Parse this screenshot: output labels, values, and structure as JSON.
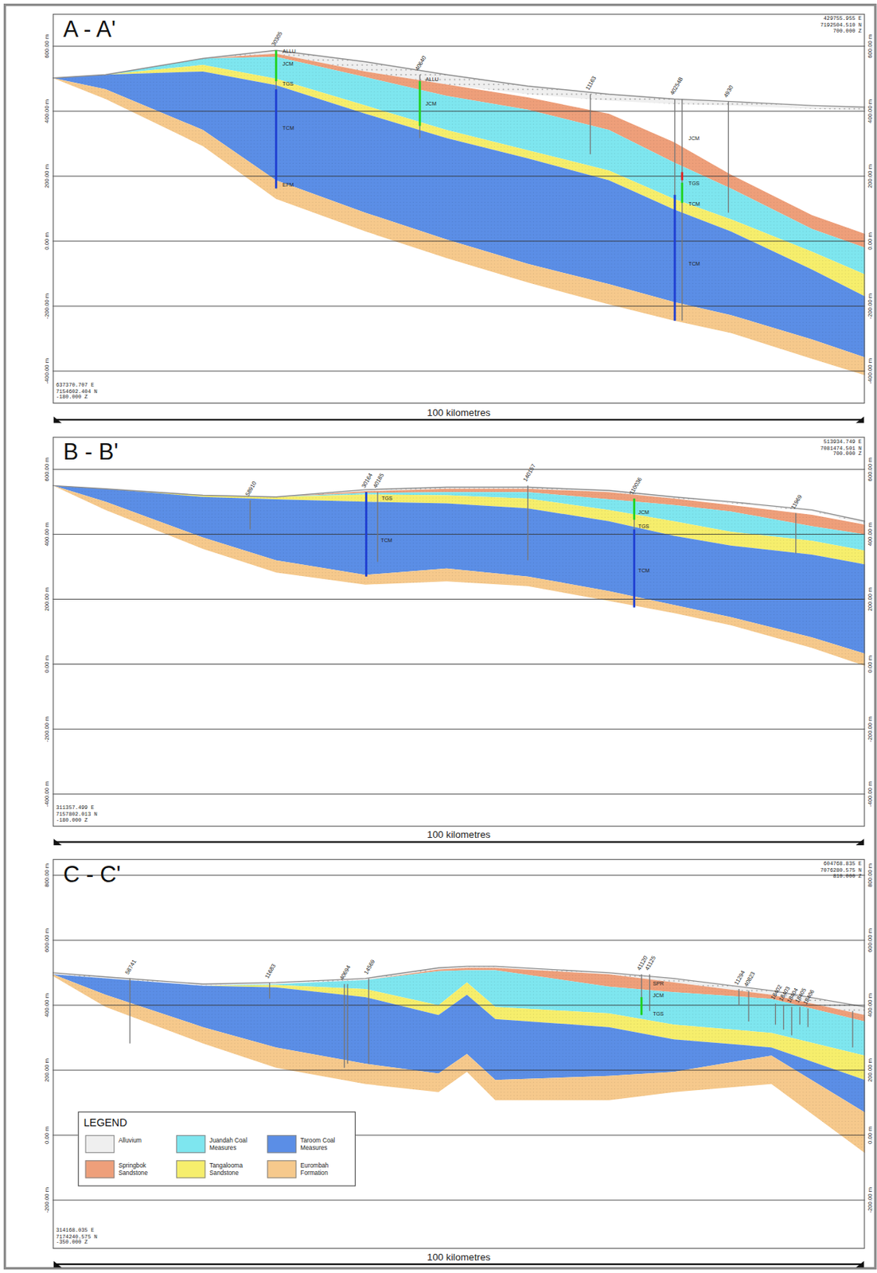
{
  "diagram": {
    "nodes": [
      {
        "text": [
          "A - A'"
        ]
      },
      {
        "text": [
          "B - B'"
        ]
      },
      {
        "text": [
          "C - C'"
        ]
      },
      {
        "text": [
          "LEGEND"
        ],
        "in": 2
      }
    ],
    "labels": [
      "100 kilometres",
      "429755.955 E",
      "7192504.510 N",
      "700.000 Z",
      "637370.707 E",
      "7154602.404 N",
      "-180.000 Z",
      "600.00 m",
      "400.00 m",
      "200.00 m",
      "0.00 m",
      "-200.00 m",
      "-400.00 m",
      "600.00 m",
      "400.00 m",
      "200.00 m",
      "0.00 m",
      "-200.00 m",
      "-400.00 m",
      "30305",
      "40640",
      "11163",
      "40254B",
      "4930",
      "ALLU",
      "JCM",
      "TGS",
      "TCM",
      "EFM",
      "ALLU",
      "JCM",
      "JCM",
      "TGS",
      "TCM",
      "TCM",
      "100 kilometres",
      "513934.749 E",
      "7081474.501 N",
      "700.000 Z",
      "311357.499 E",
      "7157802.013 N",
      "-180.000 Z",
      "600.00 m",
      "400.00 m",
      "200.00 m",
      "0.00 m",
      "-200.00 m",
      "-400.00 m",
      "600.00 m",
      "400.00 m",
      "200.00 m",
      "0.00 m",
      "-200.00 m",
      "-400.00 m",
      "58910",
      "30164",
      "40185",
      "140157",
      "110036",
      "11969",
      "TGS",
      "TCM",
      "JCM",
      "TGS",
      "TCM",
      "100 kilometres",
      "604768.835 E",
      "7076280.575 N",
      "810.000 Z",
      "314168.035 E",
      "7174240.575 N",
      "-350.000 Z",
      "800.00 m",
      "600.00 m",
      "400.00 m",
      "200.00 m",
      "0.00 m",
      "-200.00 m",
      "800.00 m",
      "600.00 m",
      "400.00 m",
      "200.00 m",
      "0.00 m",
      "-200.00 m",
      "58741",
      "11683",
      "40694",
      "14569",
      "41120",
      "41125",
      "11294",
      "40823",
      "18402",
      "18403",
      "18404",
      "18405",
      "18406",
      "SPR",
      "JCM",
      "TGS"
    ],
    "legend": [
      {
        "text": "Alluvium",
        "color": "#efefef"
      },
      {
        "text": "Juandah Coal Measures",
        "color": "#7ee6ef"
      },
      {
        "text": "Taroom Coal Measures",
        "color": "#5b8ee6"
      },
      {
        "text": "Springbok Sandstone",
        "color": "#ee9f7a"
      },
      {
        "text": "Tangalooma Sandstone",
        "color": "#f6ee6c"
      },
      {
        "text": "Eurombah Formation",
        "color": "#f6c98c"
      }
    ]
  }
}
